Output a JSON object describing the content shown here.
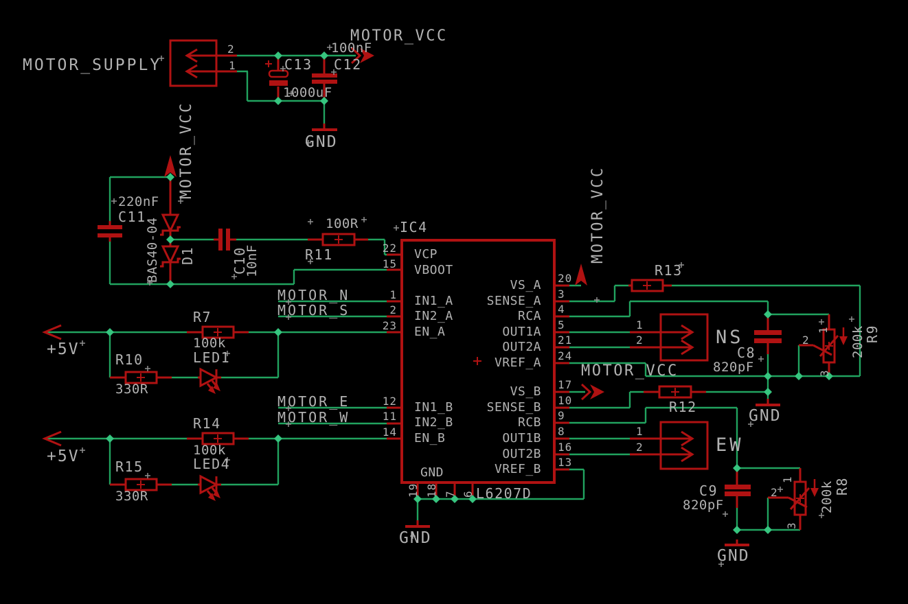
{
  "colors": {
    "background": "#000000",
    "wire_green": "#21A35F",
    "junction_green": "#36C57F",
    "symbol_red": "#B01212",
    "label_gray": "#B2B2B2"
  },
  "power": {
    "motor_vcc": "MOTOR_VCC",
    "gnd": "GND",
    "plus5v": "+5V"
  },
  "nets": {
    "motor_n": "MOTOR_N",
    "motor_s": "MOTOR_S",
    "motor_e": "MOTOR_E",
    "motor_w": "MOTOR_W"
  },
  "connectors": {
    "motor_supply": {
      "name": "MOTOR_SUPPLY",
      "pin1": "1",
      "pin2": "2"
    },
    "ns": {
      "name": "NS",
      "pin1": "1",
      "pin2": "2"
    },
    "ew": {
      "name": "EW",
      "pin1": "1",
      "pin2": "2"
    }
  },
  "ic4": {
    "ref": "IC4",
    "part": "L6207D",
    "gnd_pin": "GND",
    "pins": {
      "p22": {
        "num": "22",
        "name": "VCP"
      },
      "p15": {
        "num": "15",
        "name": "VBOOT"
      },
      "p1": {
        "num": "1",
        "name": "IN1_A"
      },
      "p2": {
        "num": "2",
        "name": "IN2_A"
      },
      "p23": {
        "num": "23",
        "name": "EN_A"
      },
      "p12": {
        "num": "12",
        "name": "IN1_B"
      },
      "p11": {
        "num": "11",
        "name": "IN2_B"
      },
      "p14": {
        "num": "14",
        "name": "EN_B"
      },
      "p20": {
        "num": "20",
        "name": "VS_A"
      },
      "p3": {
        "num": "3",
        "name": "SENSE_A"
      },
      "p4": {
        "num": "4",
        "name": "RCA"
      },
      "p5": {
        "num": "5",
        "name": "OUT1A"
      },
      "p21": {
        "num": "21",
        "name": "OUT2A"
      },
      "p24": {
        "num": "24",
        "name": "VREF_A"
      },
      "p17": {
        "num": "17",
        "name": "VS_B"
      },
      "p10": {
        "num": "10",
        "name": "SENSE_B"
      },
      "p9": {
        "num": "9",
        "name": "RCB"
      },
      "p8": {
        "num": "8",
        "name": "OUT1B"
      },
      "p16": {
        "num": "16",
        "name": "OUT2B"
      },
      "p13": {
        "num": "13",
        "name": "VREF_B"
      },
      "p19": {
        "num": "19"
      },
      "p18": {
        "num": "18"
      },
      "p7": {
        "num": "7"
      },
      "p6": {
        "num": "6"
      }
    }
  },
  "parts": {
    "c13": {
      "ref": "C13",
      "value": "1000uF"
    },
    "c12": {
      "ref": "C12",
      "value": "100nF"
    },
    "c11": {
      "ref": "C11",
      "value": "220nF"
    },
    "c10": {
      "ref": "C10",
      "value": "10nF"
    },
    "c8": {
      "ref": "C8",
      "value": "820pF"
    },
    "c9": {
      "ref": "C9",
      "value": "820pF"
    },
    "d1": {
      "ref": "D1",
      "value": "BAS40-04"
    },
    "r11": {
      "ref": "R11",
      "value": "100R"
    },
    "r7": {
      "ref": "R7",
      "value": "100k"
    },
    "r10": {
      "ref": "R10",
      "value": "330R"
    },
    "r14": {
      "ref": "R14",
      "value": "100k"
    },
    "r15": {
      "ref": "R15",
      "value": "330R"
    },
    "r13": {
      "ref": "R13"
    },
    "r12": {
      "ref": "R12"
    },
    "led1": {
      "ref": "LED1"
    },
    "led4": {
      "ref": "LED4"
    },
    "r9": {
      "ref": "R9",
      "value": "200k",
      "pin1": "1",
      "pin2": "2",
      "pin3": "3"
    },
    "r8": {
      "ref": "R8",
      "value": "200k",
      "pin1": "1",
      "pin2": "2",
      "pin3": "3"
    }
  }
}
